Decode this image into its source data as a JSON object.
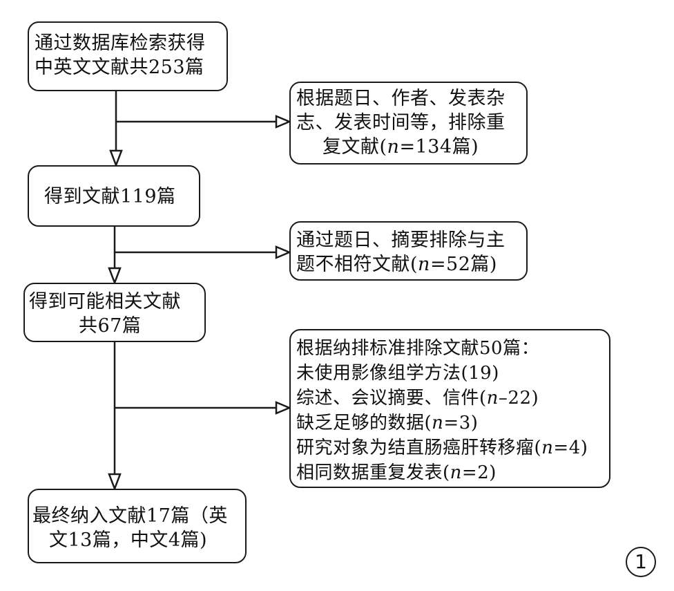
{
  "nodes": {
    "search": {
      "lines": [
        "通过数据库检索获得",
        "中英文文献共253篇"
      ]
    },
    "duplicates": {
      "lines": [
        "根据题日、作者、发表杂",
        "志、发表时间等，排除重"
      ],
      "last_prefix": "复文献(",
      "last_n": "n",
      "last_suffix": "=134篇)"
    },
    "after_dedup": {
      "text": "得到文献119篇"
    },
    "unrelated": {
      "line1": "通过题日、摘要排除与主",
      "last_prefix": "题不相符文献(",
      "last_n": "n",
      "last_suffix": "=52篇)"
    },
    "possible": {
      "lines": [
        "得到可能相关文献",
        "共67篇"
      ]
    },
    "exclusion": {
      "title": "根据纳排标准排除文献50篇：",
      "reasons": [
        {
          "prefix": "未使用影像组学方法(19)",
          "n": "",
          "suffix": ""
        },
        {
          "prefix": "综述、会议摘要、信件(",
          "n": "n",
          "suffix": "–22)"
        },
        {
          "prefix": "缺乏足够的数据(",
          "n": "n",
          "suffix": "=3)"
        },
        {
          "prefix": "研究对象为结直肠癌肝转移瘤(",
          "n": "n",
          "suffix": "=4)"
        },
        {
          "prefix": "相同数据重复发表(",
          "n": "n",
          "suffix": "=2)"
        }
      ]
    },
    "final": {
      "lines": [
        "最终纳入文献17篇（英",
        "文13篇，中文4篇)"
      ]
    }
  },
  "panel_label": "1"
}
